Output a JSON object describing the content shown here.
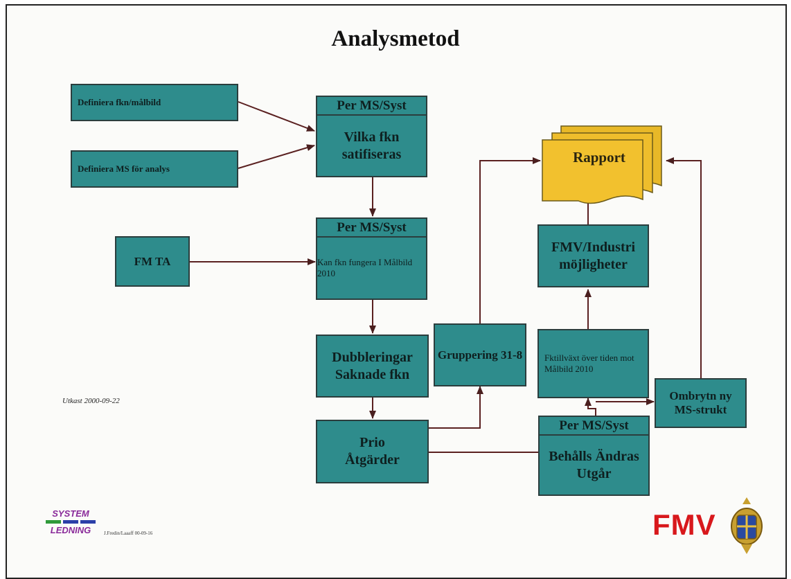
{
  "title": "Analysmetod",
  "boxes": {
    "definiera_fkn": "Definiera fkn/målbild",
    "definiera_ms": "Definiera MS för analys",
    "fm_ta": "FM TA",
    "vilka_fkn": {
      "header": "Per MS/Syst",
      "body": "Vilka fkn satifiseras"
    },
    "kan_fkn": {
      "header": "Per MS/Syst",
      "body": "Kan fkn fungera I Målbild 2010"
    },
    "dubbleringar": "Dubbleringar Saknade fkn",
    "prio": "Prio Åtgärder",
    "gruppering": "Gruppering 31-8",
    "fmv_industri": "FMV/Industri möjligheter",
    "fktillvaxt": "Fktillväxt över tiden mot Målbild 2010",
    "ombrytn": "Ombrytn ny MS-strukt",
    "behalls": {
      "header": "Per MS/Syst",
      "body": "Behålls Ändras Utgår"
    }
  },
  "rapport": "Rapport",
  "utkast": "Utkast 2000-09-22",
  "logo": {
    "line1": "SYSTEM",
    "line2": "LEDNING"
  },
  "author": "J.Fredin/Laaaff 00-09-16",
  "fmv_logo": "FMV",
  "colors": {
    "box": "#2e8c8c",
    "rapport": "#f2c12e",
    "arrow": "#5a2020",
    "fmv": "#d8181c"
  }
}
